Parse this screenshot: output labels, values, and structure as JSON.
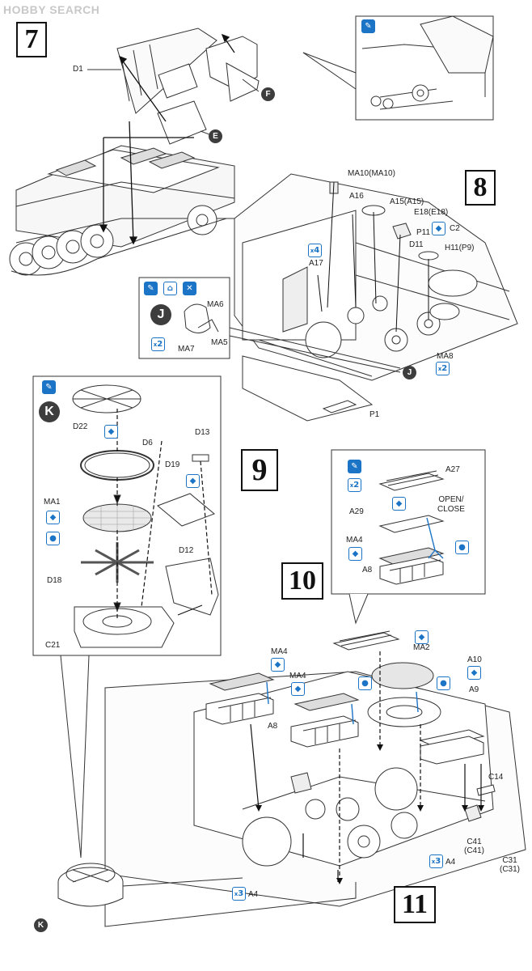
{
  "watermark": {
    "text": "HOBBY SEARCH"
  },
  "steps": {
    "s7": "7",
    "s8": "8",
    "s9": "9",
    "s10": "10",
    "s11": "11"
  },
  "step7": {
    "parts": {
      "d1": "D1"
    },
    "callouts": {
      "e": "E",
      "f": "F"
    }
  },
  "step8": {
    "parts": {
      "ma10": "MA10(MA10)",
      "a16": "A16",
      "a15": "A15(A15)",
      "e18": "E18(E18)",
      "c2": "C2",
      "p11": "P11",
      "d11": "D11",
      "h11": "H11(P9)",
      "a17": "A17",
      "ma8": "MA8",
      "p1": "P1"
    },
    "qty": {
      "a17": "4",
      "ma8": "2"
    },
    "callouts": {
      "j": "J"
    }
  },
  "detailJ": {
    "callout": "J",
    "qty": "2",
    "parts": {
      "ma6": "MA6",
      "ma7": "MA7",
      "ma5": "MA5"
    }
  },
  "step9": {
    "callout": "K",
    "parts": {
      "d22": "D22",
      "d6": "D6",
      "d13": "D13",
      "d19": "D19",
      "ma1": "MA1",
      "d18": "D18",
      "d12": "D12",
      "c21": "C21"
    }
  },
  "step10detail": {
    "qty": "2",
    "parts": {
      "a27": "A27",
      "a29": "A29",
      "ma4": "MA4",
      "a8": "A8"
    },
    "note_line1": "OPEN/",
    "note_line2": "CLOSE"
  },
  "step11": {
    "parts": {
      "ma4a": "MA4",
      "ma4b": "MA4",
      "a8": "A8",
      "ma2": "MA2",
      "a10": "A10",
      "a9": "A9",
      "c14": "C14",
      "a4a": "A4",
      "a4b": "A4",
      "c41": "C41",
      "c41b": "(C41)",
      "c31": "C31",
      "c31b": "(C31)"
    },
    "qty": {
      "a4a": "3",
      "a4b": "3"
    },
    "callouts": {
      "k": "K"
    }
  },
  "colors": {
    "accent_blue": "#1b74c5",
    "callout_dark": "#3d3d3d",
    "line": "#222222"
  }
}
